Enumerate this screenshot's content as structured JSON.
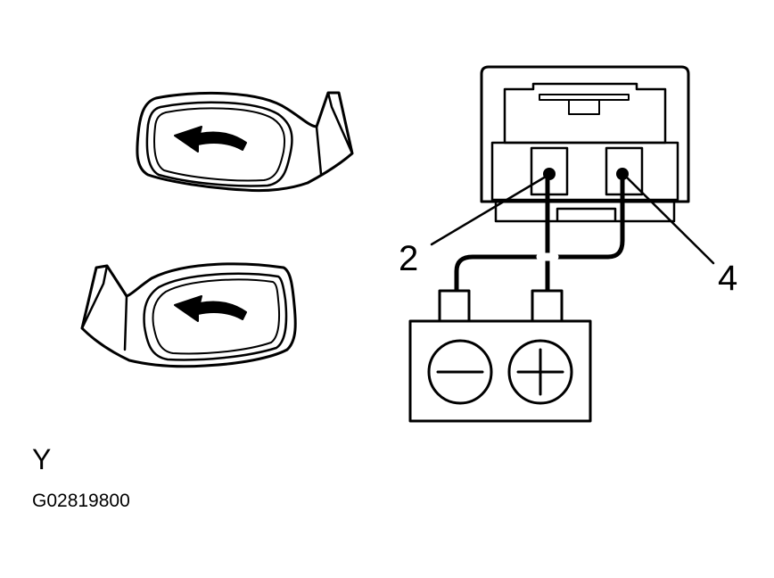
{
  "labels": {
    "terminal_2": "2",
    "terminal_4": "4",
    "view": "Y",
    "figure_id": "G02819800"
  },
  "battery": {
    "negative_symbol": "minus-symbol",
    "positive_symbol": "plus-symbol"
  },
  "icons": {
    "mirror_arrow": "curved-arrow-left"
  },
  "colors": {
    "line": "#000000",
    "background": "#ffffff"
  }
}
